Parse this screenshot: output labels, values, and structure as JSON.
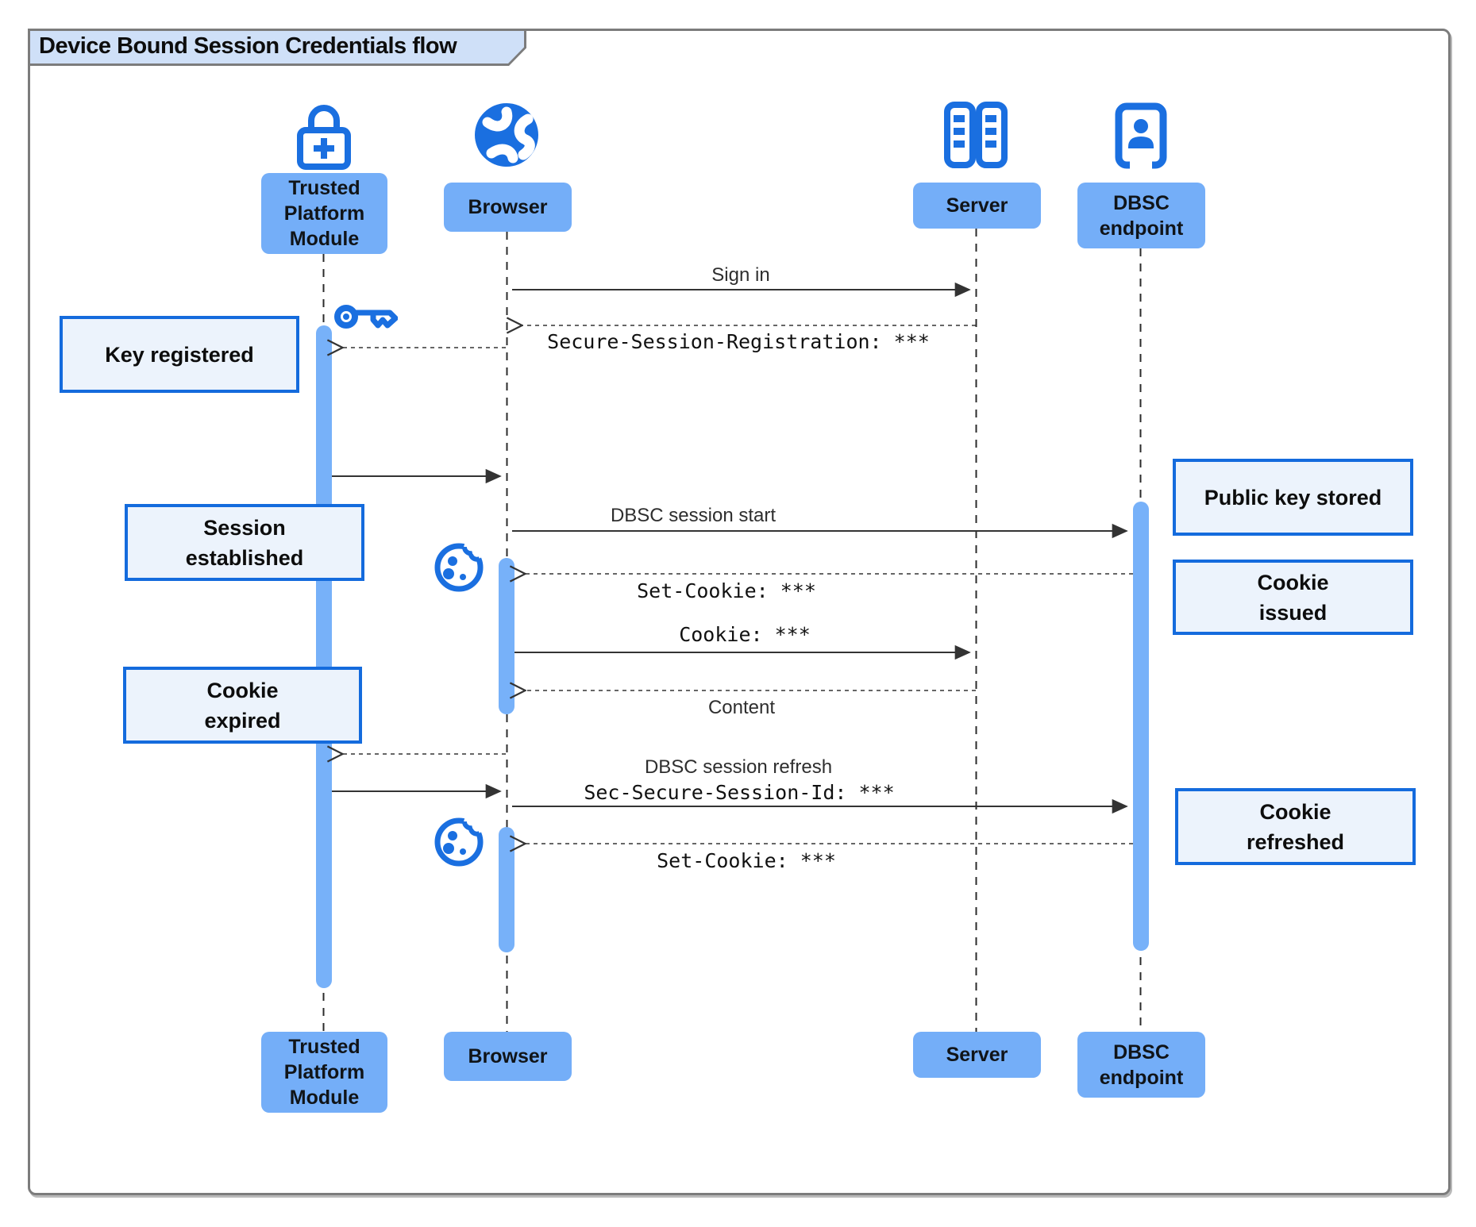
{
  "title": "Device Bound Session Credentials flow",
  "colors": {
    "accent": "#1a6fe0",
    "fill_light": "#74aef8",
    "bar_fill": "#77b1f9",
    "note_fill": "#ecf3fc",
    "note_border": "#146bdd",
    "title_fill": "#cfe0f8",
    "frame_border": "#7c7c7c",
    "arrow": "#333333"
  },
  "actors": [
    {
      "id": "tpm",
      "label": "Trusted Platform Module",
      "icon": "lock-plus-icon"
    },
    {
      "id": "browser",
      "label": "Browser",
      "icon": "globe-icon"
    },
    {
      "id": "server",
      "label": "Server",
      "icon": "server-rack-icon"
    },
    {
      "id": "dbsc",
      "label": "DBSC endpoint",
      "icon": "door-person-icon"
    }
  ],
  "misc_icons": [
    {
      "id": "key",
      "icon": "key-icon"
    },
    {
      "id": "cookie-1",
      "icon": "cookie-icon"
    },
    {
      "id": "cookie-2",
      "icon": "cookie-icon"
    }
  ],
  "messages": {
    "sign_in": {
      "label": "Sign in",
      "from": "Browser",
      "to": "Server",
      "style": "solid"
    },
    "secure_session_registration": {
      "label": "Secure-Session-Registration: ***",
      "from": "Server",
      "to": "Browser",
      "style": "dashed"
    },
    "key_to_tpm": {
      "label": "",
      "from": "Browser",
      "to": "Trusted Platform Module",
      "style": "dashed"
    },
    "tpm_to_browser_1": {
      "label": "",
      "from": "Trusted Platform Module",
      "to": "Browser",
      "style": "solid"
    },
    "dbsc_session_start": {
      "label": "DBSC session start",
      "from": "Browser",
      "to": "DBSC endpoint",
      "style": "solid"
    },
    "set_cookie_1": {
      "label": "Set-Cookie: ***",
      "from": "DBSC endpoint",
      "to": "Browser",
      "style": "dashed"
    },
    "cookie": {
      "label": "Cookie: ***",
      "from": "Browser",
      "to": "Server",
      "style": "solid"
    },
    "content": {
      "label": "Content",
      "from": "Server",
      "to": "Browser",
      "style": "dashed"
    },
    "expired_to_tpm": {
      "label": "",
      "from": "Browser",
      "to": "Trusted Platform Module",
      "style": "dashed"
    },
    "tpm_to_browser_2": {
      "label": "",
      "from": "Trusted Platform Module",
      "to": "Browser",
      "style": "solid"
    },
    "dbsc_session_refresh": {
      "label": "DBSC session refresh",
      "from": "Browser",
      "to": "DBSC endpoint",
      "style": "solid"
    },
    "sec_secure_session_id": {
      "label": "Sec-Secure-Session-Id: ***",
      "from": "Browser",
      "to": "DBSC endpoint",
      "style": "solid"
    },
    "set_cookie_2": {
      "label": "Set-Cookie: ***",
      "from": "DBSC endpoint",
      "to": "Browser",
      "style": "dashed"
    }
  },
  "notes": {
    "key_registered": {
      "label": "Key registered",
      "actor": "Trusted Platform Module"
    },
    "session_established": {
      "label": "Session established",
      "actor": "Trusted Platform Module"
    },
    "cookie_expired": {
      "label": "Cookie expired",
      "actor": "Trusted Platform Module"
    },
    "public_key_stored": {
      "label": "Public key stored",
      "actor": "DBSC endpoint"
    },
    "cookie_issued": {
      "label": "Cookie issued",
      "actor": "DBSC endpoint"
    },
    "cookie_refreshed": {
      "label": "Cookie refreshed",
      "actor": "DBSC endpoint"
    }
  }
}
